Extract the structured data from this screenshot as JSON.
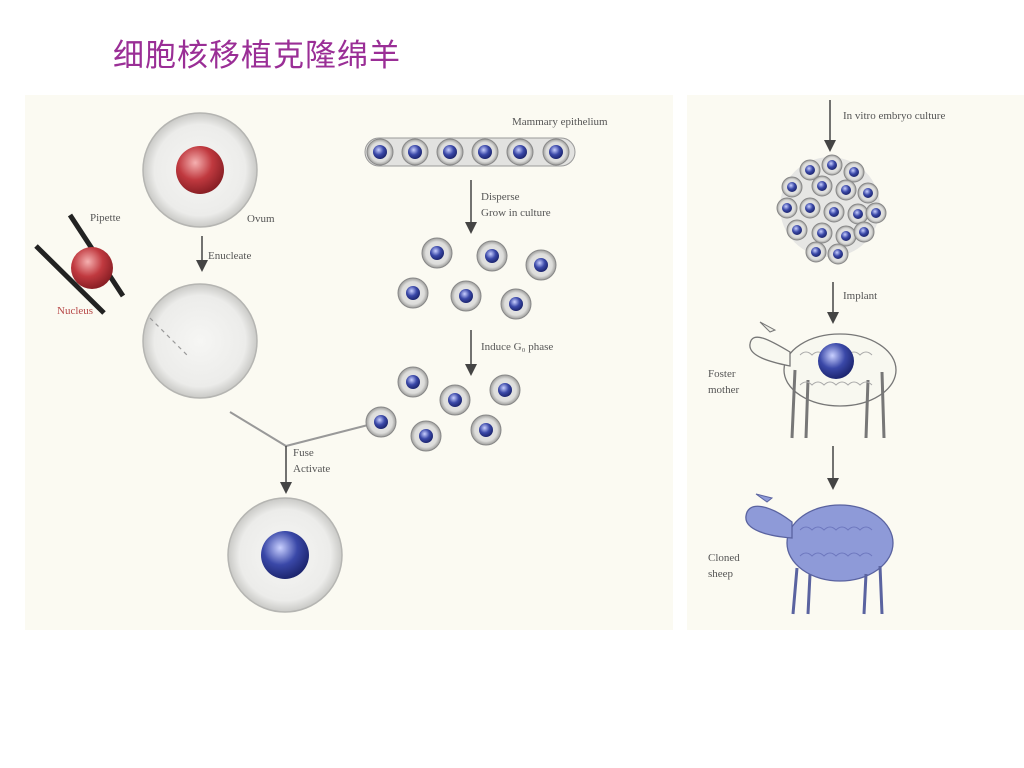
{
  "slide": {
    "title": "细胞核移植克隆绵羊"
  },
  "labels": {
    "pipette": "Pipette",
    "ovum": "Ovum",
    "enucleate": "Enucleate",
    "nucleus": "Nucleus",
    "mammary": "Mammary epithelium",
    "disperse": "Disperse",
    "grow": "Grow in culture",
    "induce": "Induce G₀ phase",
    "fuse": "Fuse",
    "activate": "Activate",
    "in_vitro": "In vitro embryo culture",
    "implant": "Implant",
    "foster1": "Foster",
    "foster2": "mother",
    "cloned1": "Cloned",
    "cloned2": "sheep"
  },
  "colors": {
    "title": "#9a2e96",
    "nucleus_red": "#c0393f",
    "nucleus_blue": "#3a48a8",
    "cell_gray": "#d9d9d6",
    "sheep_blue": "#8e9ad8"
  }
}
